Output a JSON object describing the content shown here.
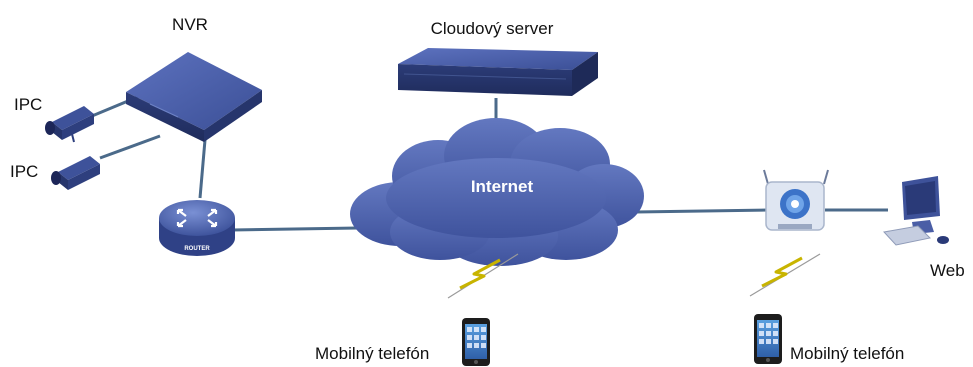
{
  "diagram": {
    "labels": {
      "nvr": "NVR",
      "cloud_server": "Cloudový server",
      "ipc_1": "IPC",
      "ipc_2": "IPC",
      "internet": "Internet",
      "router": "ROUTER",
      "web": "Web",
      "mobile_left": "Mobilný telefón",
      "mobile_right": "Mobilný telefón"
    },
    "colors": {
      "cloud": "#4f64ad",
      "device": "#44589e",
      "link": "#4b6a8a",
      "wireless": "#c8b400"
    }
  }
}
